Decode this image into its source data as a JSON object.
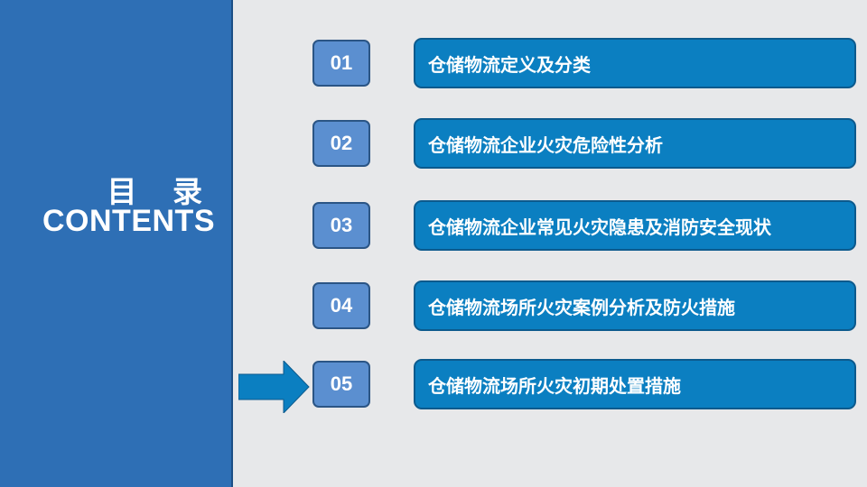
{
  "sidebar": {
    "title_cn": "目 录",
    "title_en": "CONTENTS"
  },
  "items": [
    {
      "num": "01",
      "label": "仓储物流定义及分类"
    },
    {
      "num": "02",
      "label": "仓储物流企业火灾危险性分析"
    },
    {
      "num": "03",
      "label": "仓储物流企业常见火灾隐患及消防安全现状"
    },
    {
      "num": "04",
      "label": "仓储物流场所火灾案例分析及防火措施"
    },
    {
      "num": "05",
      "label": "仓储物流场所火灾初期处置措施"
    }
  ],
  "current_item_index": 4,
  "colors": {
    "sidebar": "#2e6fb5",
    "number_box": "#5b8fd0",
    "item_box": "#0b7fc1",
    "arrow": "#0b7fc1",
    "background": "#e7e8ea"
  }
}
